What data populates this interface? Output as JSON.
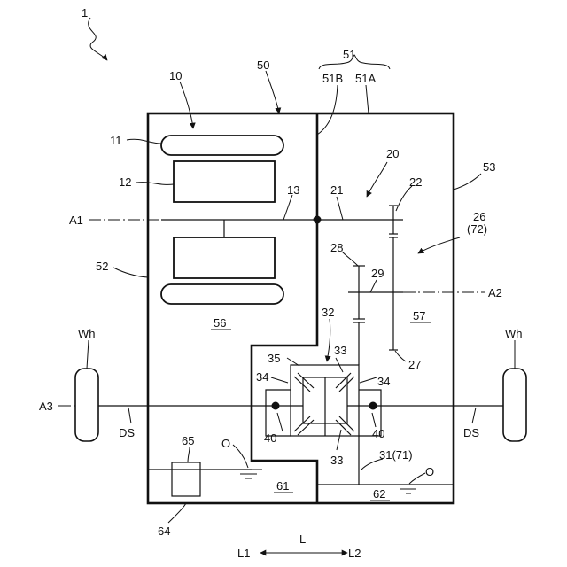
{
  "labels": {
    "fig_number": "1",
    "housing_main": "50",
    "cover_group": "51",
    "cover_b": "51B",
    "cover_a": "51A",
    "motor": "10",
    "stator_coil": "11",
    "stator": "12",
    "rotor_shaft": "13",
    "gear_train": "20",
    "input_shaft": "21",
    "input_gear": "22",
    "housing_right": "53",
    "counter_group": "26",
    "counter_group_sub": "(72)",
    "counter_gear": "28",
    "counter_shaft": "29",
    "housing_left": "52",
    "diff_unit": "32",
    "chamber_motor": "56",
    "chamber_gear": "57",
    "case": "35",
    "pinion_a": "33",
    "pinion_b": "33",
    "side_gear_left": "34",
    "side_gear_right": "34",
    "ring_gear": "27",
    "bearing_left": "40",
    "bearing_right": "40",
    "oil_pump": "65",
    "oil_left": "O",
    "oil_right": "O",
    "reservoir_left": "61",
    "reservoir_right": "62",
    "diff_shaft": "31(71)",
    "drive_shaft_left": "DS",
    "drive_shaft_right": "DS",
    "strainer": "64",
    "wheel_left": "Wh",
    "wheel_right": "Wh",
    "axis_1": "A1",
    "axis_2": "A2",
    "axis_3": "A3",
    "direction": "L",
    "direction_left": "L1",
    "direction_right": "L2"
  }
}
